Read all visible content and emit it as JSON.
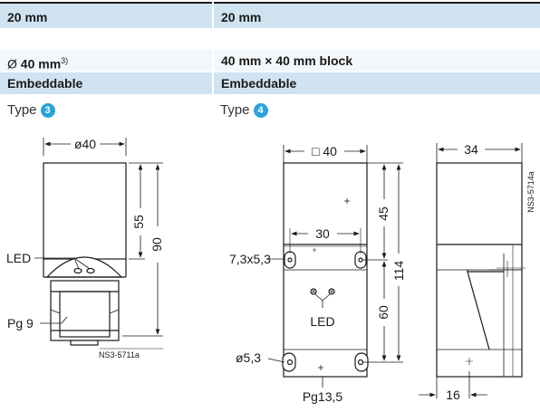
{
  "table": {
    "rows": [
      {
        "left": "20 mm",
        "right": "20 mm"
      },
      {
        "left_symbol": "Ø",
        "left_value": "40 mm",
        "left_sup": "3)",
        "right": "40 mm × 40 mm block"
      },
      {
        "left": "Embeddable",
        "right": "Embeddable"
      }
    ]
  },
  "types": [
    {
      "label": "Type",
      "number": "3"
    },
    {
      "label": "Type",
      "number": "4"
    }
  ],
  "drawing3": {
    "dim_width": "ø40",
    "dim_upper": "55",
    "dim_total": "90",
    "led_label": "LED",
    "gland_label": "Pg 9",
    "ref_code": "NS3-5711a"
  },
  "drawing4": {
    "dim_square": "□ 40",
    "dim_side_width": "34",
    "dim_45": "45",
    "dim_30": "30",
    "hole_slot": "7,3x5,3",
    "dim_114": "114",
    "dim_60": "60",
    "led_label": "LED",
    "hole_round": "ø5,3",
    "gland_label": "Pg13,5",
    "dim_16": "16",
    "ref_code": "NS3-5714a"
  },
  "colors": {
    "header_blue": "#cfe3f0",
    "light_row": "#f3f7fa",
    "badge_blue": "#29a3dc"
  }
}
